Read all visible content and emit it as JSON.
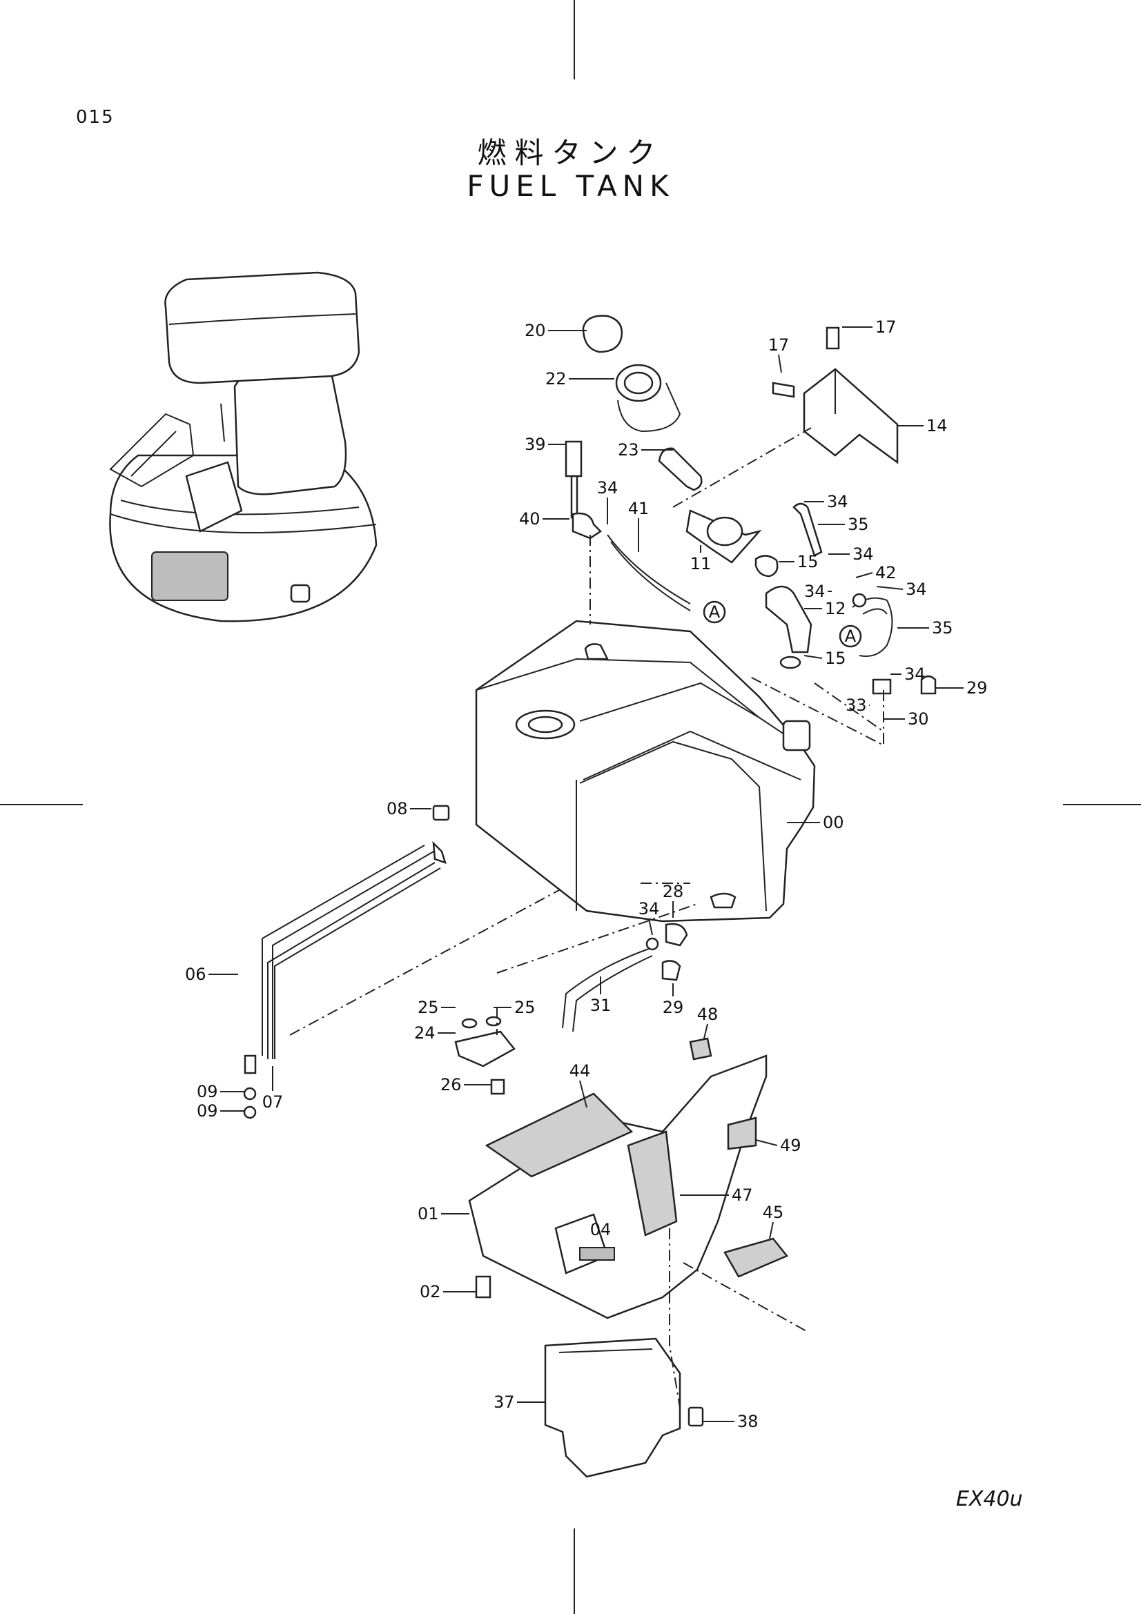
{
  "page_number": "015",
  "title_jp": "燃料タンク",
  "title_en": "FUEL TANK",
  "model_code": "EX40u",
  "callouts": [
    {
      "label": "20"
    },
    {
      "label": "22"
    },
    {
      "label": "17"
    },
    {
      "label": "17"
    },
    {
      "label": "14"
    },
    {
      "label": "39"
    },
    {
      "label": "23"
    },
    {
      "label": "34"
    },
    {
      "label": "41"
    },
    {
      "label": "40"
    },
    {
      "label": "11"
    },
    {
      "label": "34"
    },
    {
      "label": "35"
    },
    {
      "label": "34"
    },
    {
      "label": "15"
    },
    {
      "label": "42"
    },
    {
      "label": "34"
    },
    {
      "label": "34"
    },
    {
      "label": "12"
    },
    {
      "label": "35"
    },
    {
      "label": "A"
    },
    {
      "label": "A"
    },
    {
      "label": "15"
    },
    {
      "label": "34"
    },
    {
      "label": "29"
    },
    {
      "label": "33"
    },
    {
      "label": "30"
    },
    {
      "label": "08"
    },
    {
      "label": "00"
    },
    {
      "label": "28"
    },
    {
      "label": "34"
    },
    {
      "label": "06"
    },
    {
      "label": "25"
    },
    {
      "label": "25"
    },
    {
      "label": "31"
    },
    {
      "label": "29"
    },
    {
      "label": "24"
    },
    {
      "label": "48"
    },
    {
      "label": "26"
    },
    {
      "label": "44"
    },
    {
      "label": "49"
    },
    {
      "label": "09"
    },
    {
      "label": "09"
    },
    {
      "label": "07"
    },
    {
      "label": "47"
    },
    {
      "label": "45"
    },
    {
      "label": "01"
    },
    {
      "label": "04"
    },
    {
      "label": "02"
    },
    {
      "label": "37"
    },
    {
      "label": "38"
    }
  ]
}
